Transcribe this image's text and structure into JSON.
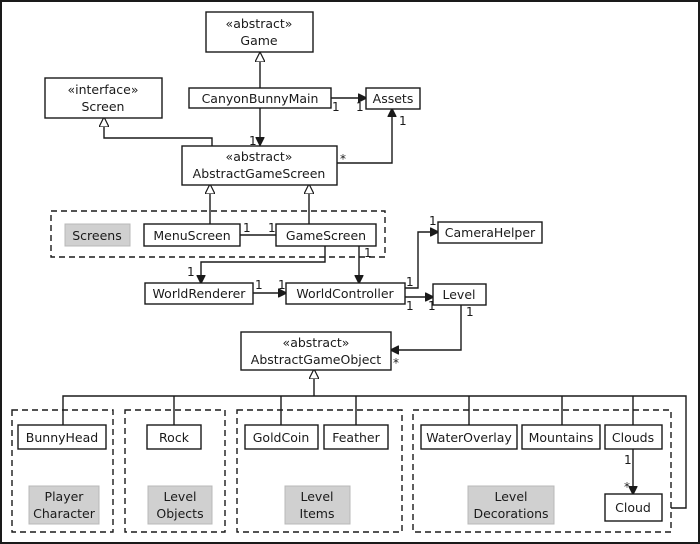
{
  "classes": {
    "game": {
      "stereotype": "«abstract»",
      "name": "Game"
    },
    "screen": {
      "stereotype": "«interface»",
      "name": "Screen"
    },
    "canyon_bunny_main": {
      "name": "CanyonBunnyMain"
    },
    "assets": {
      "name": "Assets"
    },
    "abstract_game_screen": {
      "stereotype": "«abstract»",
      "name": "AbstractGameScreen"
    },
    "menu_screen": {
      "name": "MenuScreen"
    },
    "game_screen": {
      "name": "GameScreen"
    },
    "camera_helper": {
      "name": "CameraHelper"
    },
    "world_renderer": {
      "name": "WorldRenderer"
    },
    "world_controller": {
      "name": "WorldController"
    },
    "level": {
      "name": "Level"
    },
    "abstract_game_object": {
      "stereotype": "«abstract»",
      "name": "AbstractGameObject"
    },
    "bunny_head": {
      "name": "BunnyHead"
    },
    "rock": {
      "name": "Rock"
    },
    "gold_coin": {
      "name": "GoldCoin"
    },
    "feather": {
      "name": "Feather"
    },
    "water_overlay": {
      "name": "WaterOverlay"
    },
    "mountains": {
      "name": "Mountains"
    },
    "clouds": {
      "name": "Clouds"
    },
    "cloud": {
      "name": "Cloud"
    }
  },
  "packages": {
    "screens": {
      "line1": "Screens"
    },
    "player_character": {
      "line1": "Player",
      "line2": "Character"
    },
    "level_objects": {
      "line1": "Level",
      "line2": "Objects"
    },
    "level_items": {
      "line1": "Level",
      "line2": "Items"
    },
    "level_decorations": {
      "line1": "Level",
      "line2": "Decorations"
    }
  },
  "multiplicities": {
    "main_assets_a": "1",
    "main_assets_b": "1",
    "main_ags": "1",
    "assets_side": "1",
    "ags_side": "*",
    "menu_side": "1",
    "gamescreen_side": "1",
    "camera_side": "1",
    "gs_to_wr": "1",
    "gs_to_wc": "1",
    "wr_side": "1",
    "wc_side": "1",
    "wc_to_level_a": "1",
    "wc_to_level_b": "1",
    "wc_to_camera": "1",
    "level_side": "1",
    "ago_side": "*",
    "clouds_side": "1",
    "cloud_side": "*"
  }
}
